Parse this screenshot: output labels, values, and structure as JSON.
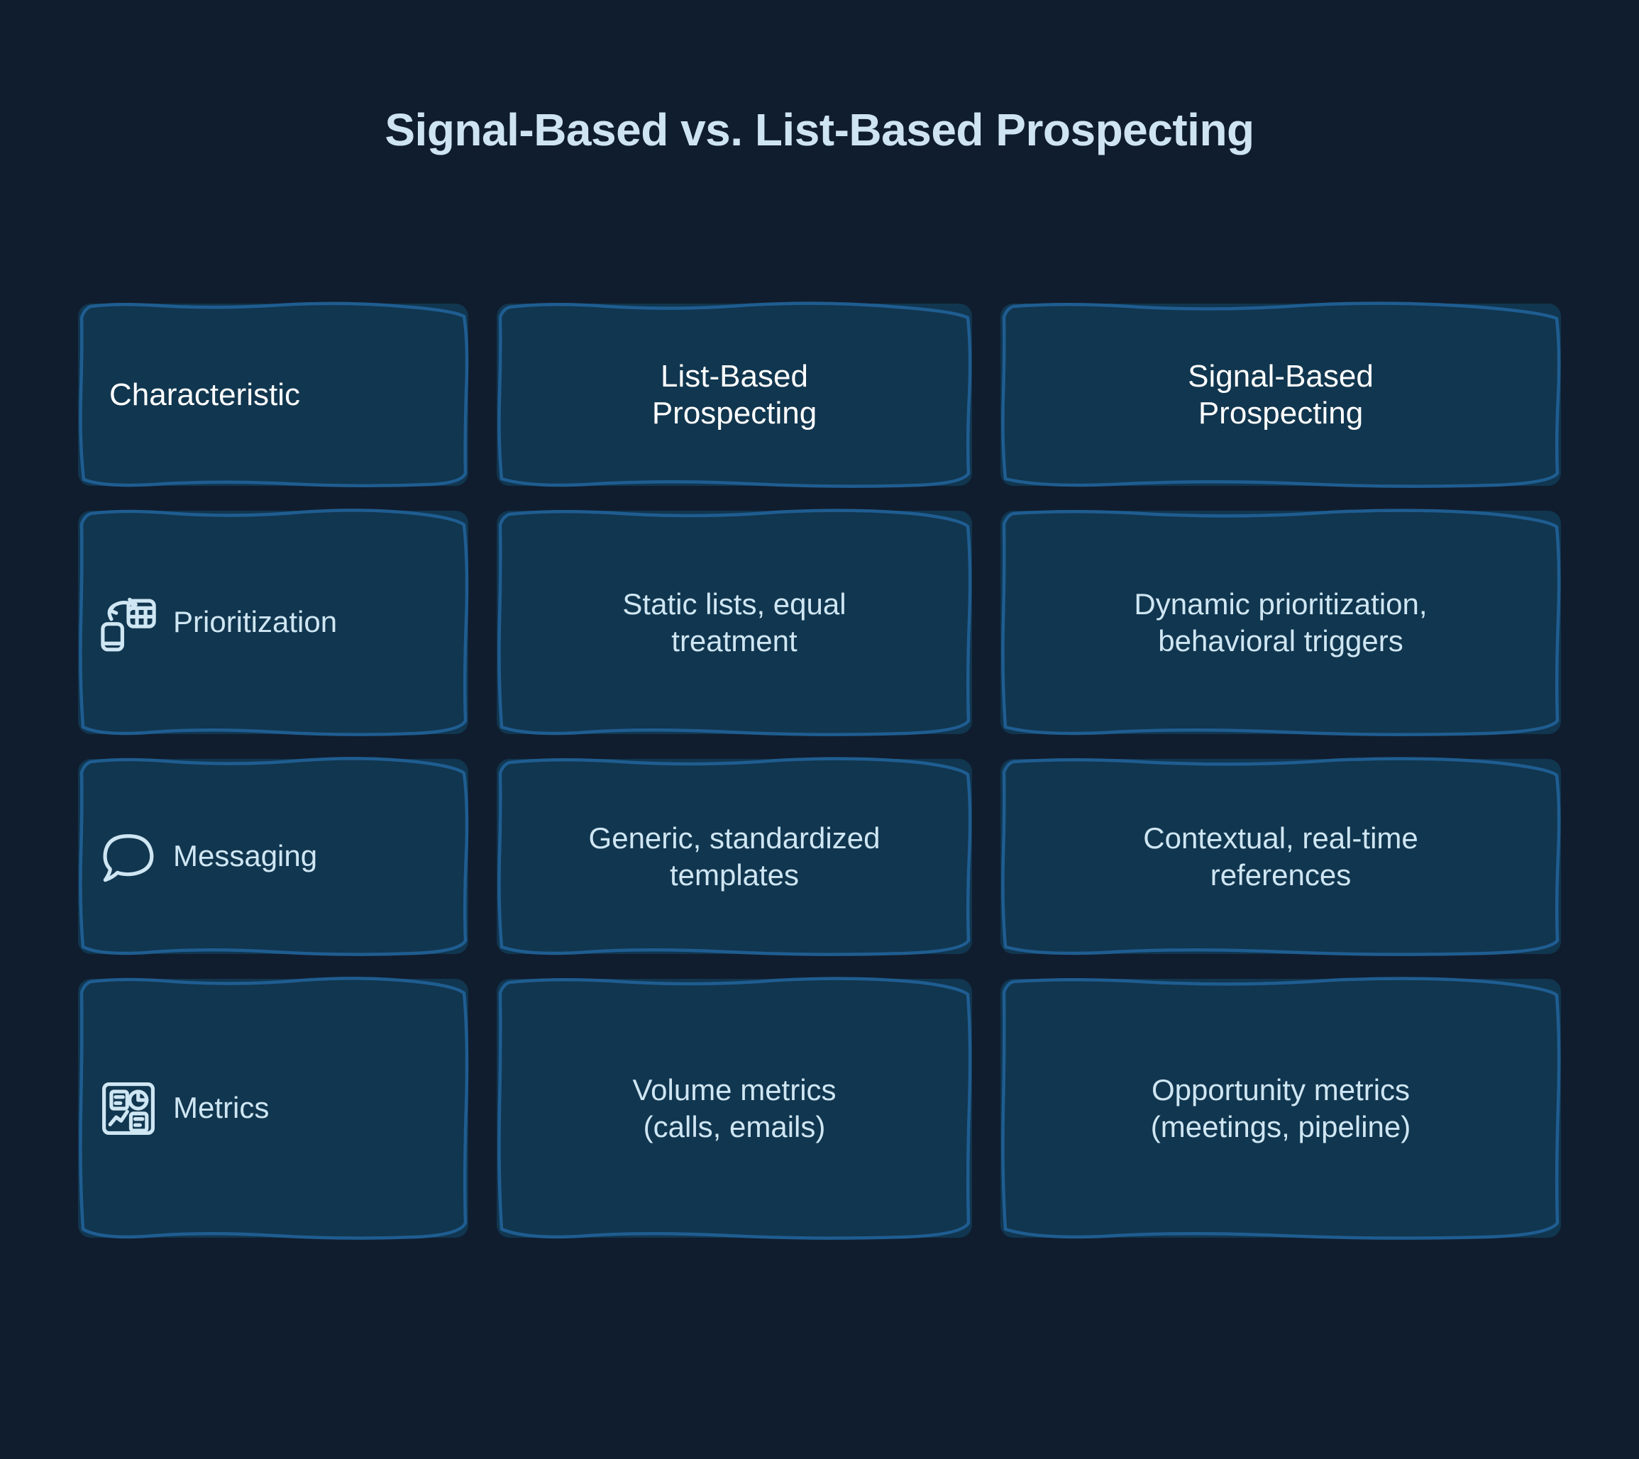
{
  "page": {
    "title": "Signal-Based vs. List-Based Prospecting",
    "background_color": "#101d2e",
    "card_fill_color": "#11364f",
    "card_border_color": "#1f5d91",
    "header_text_color": "#ffffff",
    "body_text_color": "#cfe6f3",
    "title_text_color": "#cfe4f2"
  },
  "table": {
    "headers": [
      {
        "label": "Characteristic",
        "align": "left"
      },
      {
        "label": "List-Based\nProspecting",
        "line1": "List-Based",
        "line2": "Prospecting",
        "align": "center"
      },
      {
        "label": "Signal-Based\nProspecting",
        "line1": "Signal-Based",
        "line2": "Prospecting",
        "align": "center"
      }
    ],
    "rows": [
      {
        "characteristic": "Prioritization",
        "icon": "phone-to-spreadsheet-icon",
        "list_based": {
          "line1": "Static lists, equal",
          "line2": "treatment"
        },
        "signal_based": {
          "line1": "Dynamic prioritization,",
          "line2": "behavioral triggers"
        }
      },
      {
        "characteristic": "Messaging",
        "icon": "speech-bubble-icon",
        "list_based": {
          "line1": "Generic, standardized",
          "line2": "templates"
        },
        "signal_based": {
          "line1": "Contextual, real-time",
          "line2": "references"
        }
      },
      {
        "characteristic": "Metrics",
        "icon": "dashboard-chart-icon",
        "list_based": {
          "line1": "Volume metrics",
          "line2": "(calls, emails)"
        },
        "signal_based": {
          "line1": "Opportunity metrics",
          "line2": "(meetings, pipeline)"
        }
      }
    ]
  }
}
